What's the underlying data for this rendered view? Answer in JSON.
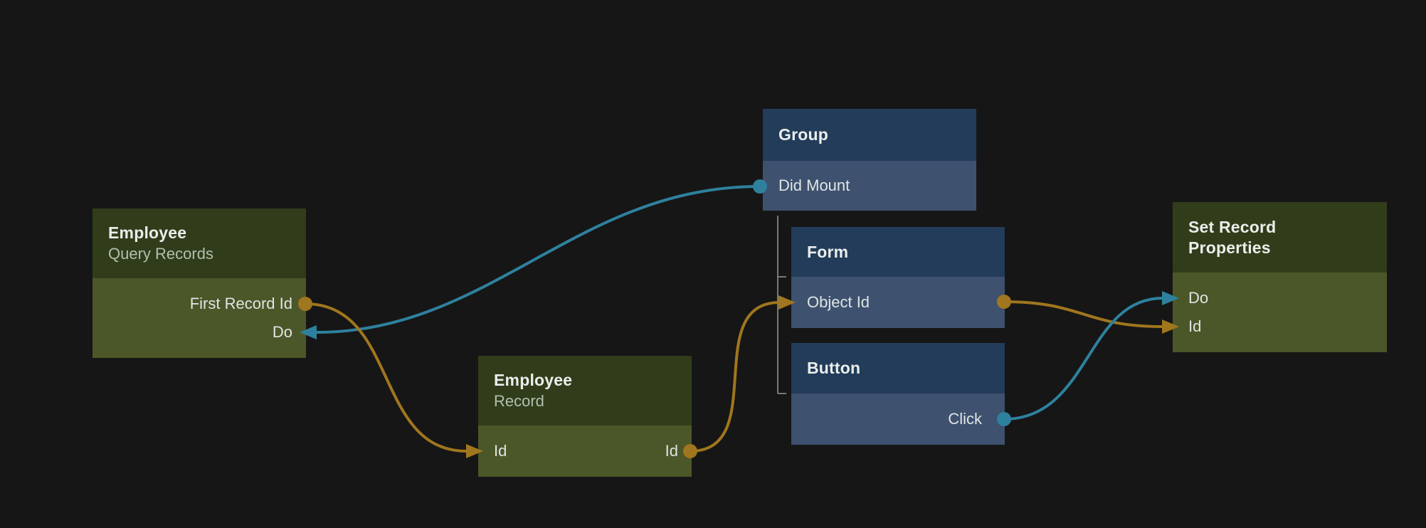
{
  "canvas": {
    "background": "#161616",
    "description": "Node-based logic flow editor canvas"
  },
  "colors": {
    "bg": "#161616",
    "greenHeader": "#313d1a",
    "greenBody": "#4c5729",
    "blueHeader": "#223c59",
    "blueBody": "#3e516f",
    "orange": "#a0761e",
    "teal": "#2e819e",
    "tree": "#76797c",
    "title": "#eaeeec",
    "subtitle": "#b3bfae",
    "portText": "#dfe5e4"
  },
  "nodes": {
    "query_records": {
      "title": "Employee",
      "subtitle": "Query Records",
      "kind": "data-green",
      "ports": [
        {
          "label": "First Record Id",
          "direction": "output",
          "wire": "orange"
        },
        {
          "label": "Do",
          "direction": "input",
          "wire": "teal"
        }
      ]
    },
    "group": {
      "title": "Group",
      "kind": "ui-blue",
      "ports": [
        {
          "label": "Did Mount",
          "direction": "output",
          "wire": "teal"
        }
      ]
    },
    "record": {
      "title": "Employee",
      "subtitle": "Record",
      "kind": "data-green",
      "ports": [
        {
          "label": "Id",
          "direction": "input",
          "wire": "orange"
        },
        {
          "label": "Id",
          "direction": "output",
          "wire": "orange"
        }
      ]
    },
    "form": {
      "title": "Form",
      "kind": "ui-blue",
      "ports": [
        {
          "label": "Object Id",
          "direction": "input",
          "wire": "orange"
        },
        {
          "label": "",
          "direction": "output",
          "wire": "orange"
        }
      ]
    },
    "button": {
      "title": "Button",
      "kind": "ui-blue",
      "ports": [
        {
          "label": "Click",
          "direction": "output",
          "wire": "teal"
        }
      ]
    },
    "set_record_properties": {
      "title": "Set Record\nProperties",
      "kind": "action-green",
      "ports": [
        {
          "label": "Do",
          "direction": "input",
          "wire": "teal"
        },
        {
          "label": "Id",
          "direction": "input",
          "wire": "orange"
        }
      ]
    }
  },
  "edges": [
    {
      "from": "Group.Did Mount",
      "to": "Employee Query Records.Do",
      "wire": "teal"
    },
    {
      "from": "Employee Query Records.First Record Id",
      "to": "Employee Record.Id",
      "wire": "orange"
    },
    {
      "from": "Employee Record.Id",
      "to": "Form.Object Id",
      "wire": "orange"
    },
    {
      "from": "Form.Object Id",
      "to": "Set Record Properties.Id",
      "wire": "orange"
    },
    {
      "from": "Button.Click",
      "to": "Set Record Properties.Do",
      "wire": "teal"
    }
  ],
  "hierarchy": [
    {
      "parent": "Group",
      "children": [
        "Form",
        "Button"
      ]
    }
  ]
}
